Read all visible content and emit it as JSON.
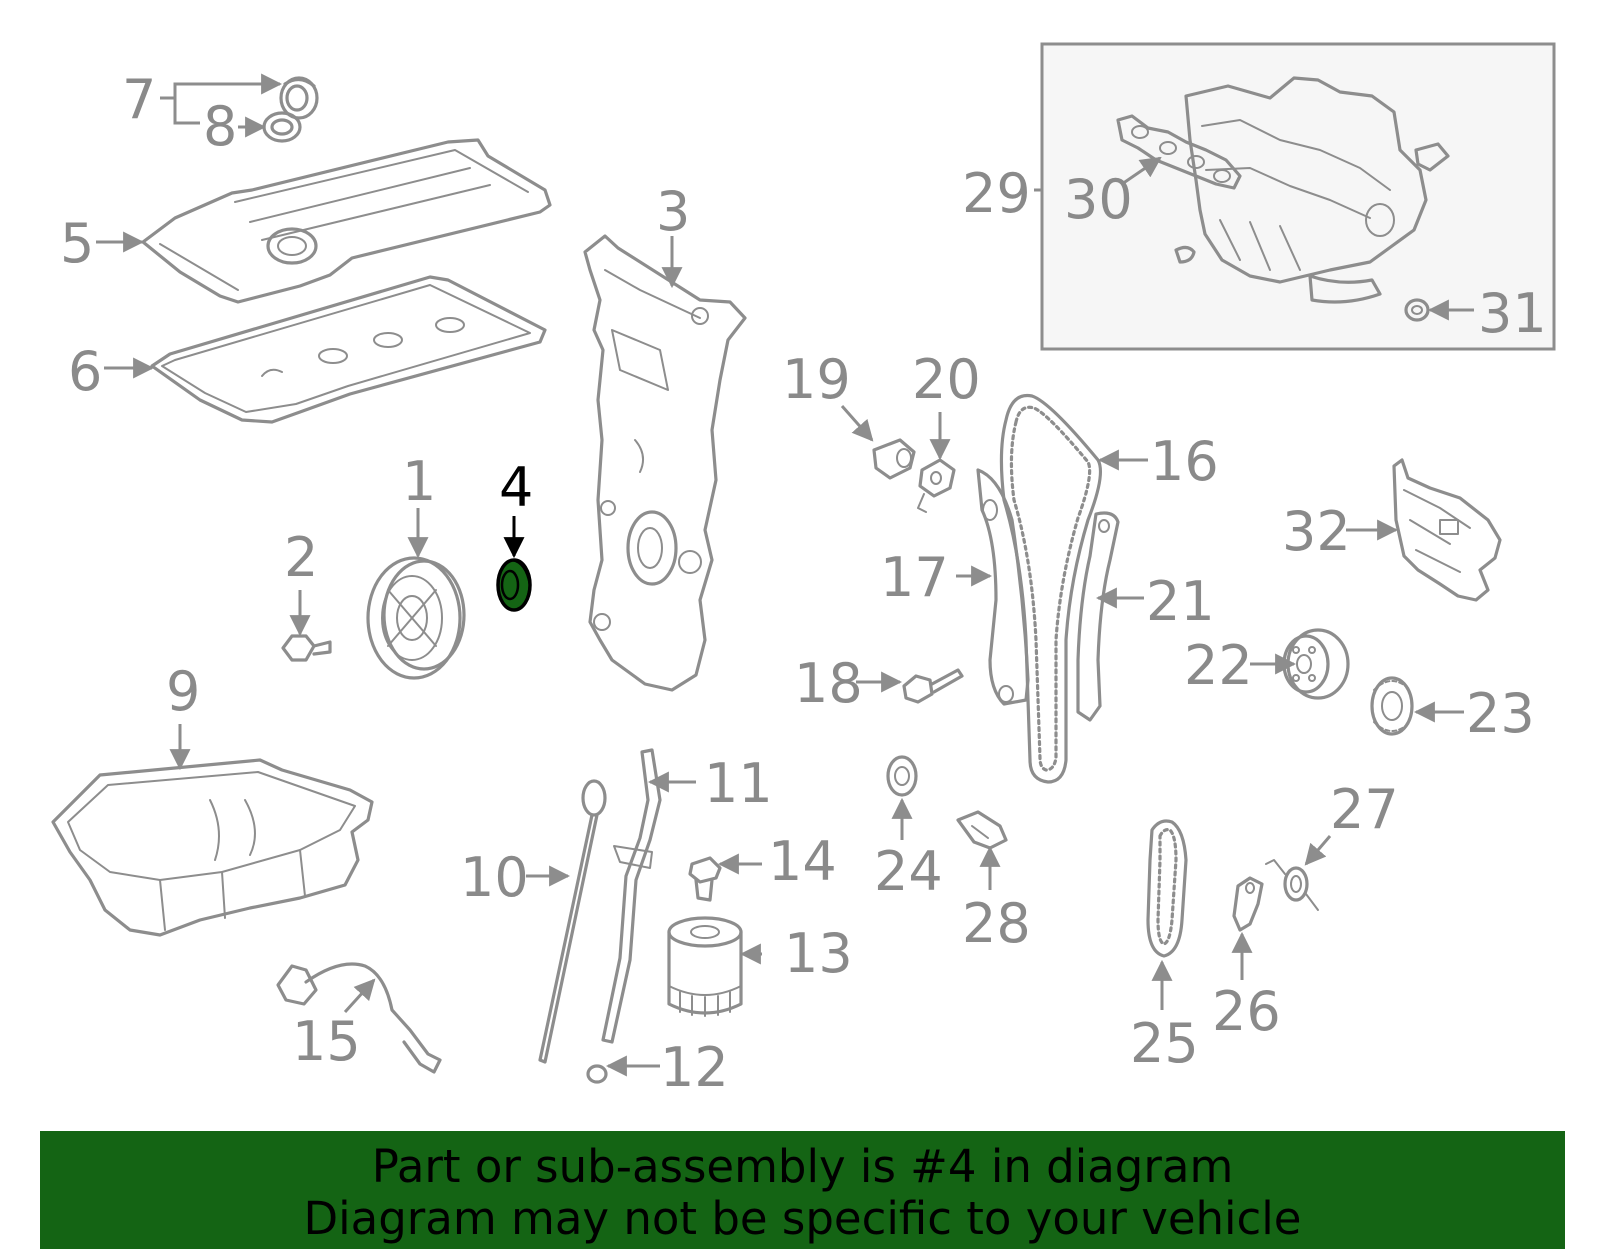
{
  "colors": {
    "line_art": "#8d8d8d",
    "label": "#8a8a8a",
    "highlight_fill": "#146414",
    "highlight_text": "#000000",
    "banner_background": "#146414",
    "inset_background": "#f6f6f6"
  },
  "highlighted_part": "4",
  "labels": {
    "p1": "1",
    "p2": "2",
    "p3": "3",
    "p4": "4",
    "p5": "5",
    "p6": "6",
    "p7": "7",
    "p8": "8",
    "p9": "9",
    "p10": "10",
    "p11": "11",
    "p12": "12",
    "p13": "13",
    "p14": "14",
    "p15": "15",
    "p16": "16",
    "p17": "17",
    "p18": "18",
    "p19": "19",
    "p20": "20",
    "p21": "21",
    "p22": "22",
    "p23": "23",
    "p24": "24",
    "p25": "25",
    "p26": "26",
    "p27": "27",
    "p28": "28",
    "p29": "29",
    "p30": "30",
    "p31": "31",
    "p32": "32"
  },
  "banner": {
    "line1": "Part or sub-assembly is #4 in diagram",
    "line2": "Diagram may not be specific to your vehicle"
  }
}
